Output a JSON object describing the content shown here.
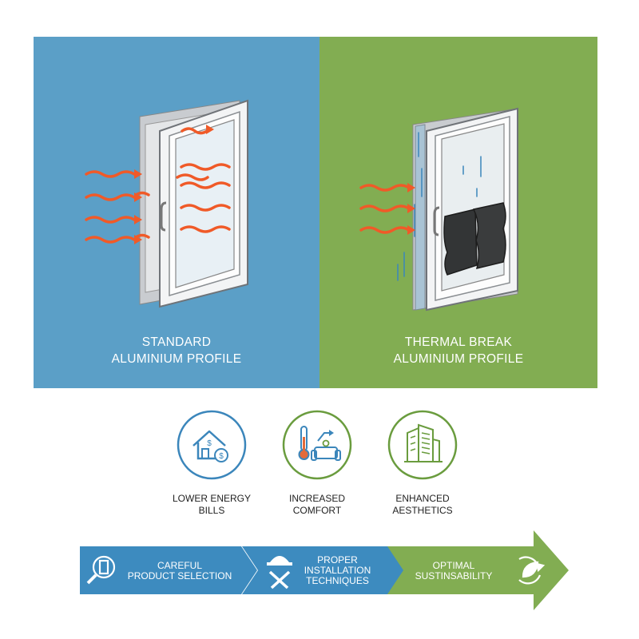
{
  "panels": {
    "left": {
      "line1": "STANDARD",
      "line2": "ALUMINIUM PROFILE",
      "color": "#5b9fc7"
    },
    "right": {
      "line1": "THERMAL BREAK",
      "line2": "ALUMINIUM PROFILE",
      "color": "#82ad52"
    }
  },
  "benefits": [
    {
      "line1": "LOWER ENERGY",
      "line2": "BILLS",
      "icon": "house-dollar-icon",
      "color": "#3b86bb"
    },
    {
      "line1": "INCREASED",
      "line2": "COMFORT",
      "icon": "thermometer-sofa-icon",
      "color": "#6a9c3e"
    },
    {
      "line1": "ENHANCED",
      "line2": "AESTHETICS",
      "icon": "building-icon",
      "color": "#6a9c3e"
    }
  ],
  "process": [
    {
      "lines": [
        "CAREFUL",
        "PRODUCT SELECTION"
      ],
      "icon": "magnifier-window-icon",
      "color": "#3d8bbf"
    },
    {
      "lines": [
        "PROPER",
        "INSTALLATION",
        "TECHNIQUES"
      ],
      "icon": "hardhat-tools-icon",
      "color": "#3d8bbf"
    },
    {
      "lines": [
        "OPTIMAL",
        "SUSTINSABILITY"
      ],
      "icon": "leaf-cycle-icon",
      "color": "#82ad52"
    }
  ],
  "colors": {
    "heat_arrows": "#f05a28",
    "cold_lines": "#3b86bb"
  }
}
